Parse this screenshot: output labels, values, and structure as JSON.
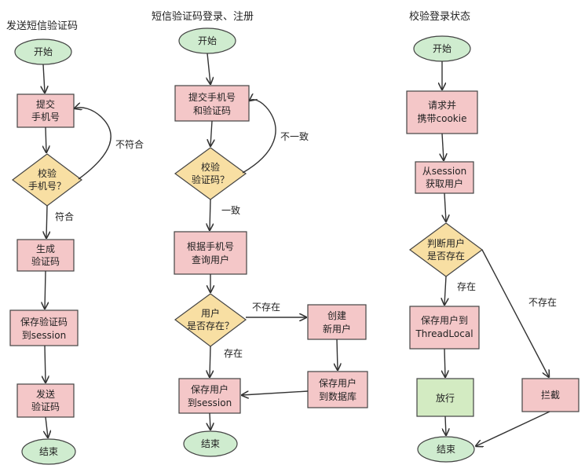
{
  "columns": [
    {
      "title": "发送短信验证码",
      "start": "开始",
      "submit": [
        "提交",
        "手机号"
      ],
      "check": [
        "校验",
        "手机号？"
      ],
      "not_ok": "不符合",
      "ok": "符合",
      "generate": [
        "生成",
        "验证码"
      ],
      "save": [
        "保存验证码",
        "到session"
      ],
      "send": [
        "发送",
        "验证码"
      ],
      "end": "结束"
    },
    {
      "title": "短信验证码登录、注册",
      "start": "开始",
      "submit": [
        "提交手机号",
        "和验证码"
      ],
      "check": [
        "校验",
        "验证码？"
      ],
      "mismatch": "不一致",
      "match": "一致",
      "query": [
        "根据手机号",
        "查询用户"
      ],
      "exists": [
        "用户",
        "是否存在？"
      ],
      "not_exist": "不存在",
      "exist": "存在",
      "create": [
        "创建",
        "新用户"
      ],
      "save_db": [
        "保存用户",
        "到数据库"
      ],
      "save_session": [
        "保存用户",
        "到session"
      ],
      "end": "结束"
    },
    {
      "title": "校验登录状态",
      "start": "开始",
      "request": [
        "请求并",
        "携带cookie"
      ],
      "get_user": [
        "从session",
        "获取用户"
      ],
      "judge": [
        "判断用户",
        "是否存在"
      ],
      "exist": "存在",
      "not_exist": "不存在",
      "save_tl": [
        "保存用户到",
        "ThreadLocal"
      ],
      "allow": "放行",
      "block": "拦截",
      "end": "结束"
    }
  ],
  "colors": {
    "process": "#f4c7c8",
    "decision": "#f8dfa3",
    "terminal": "#cfeccf",
    "allow": "#d3ebc2"
  }
}
